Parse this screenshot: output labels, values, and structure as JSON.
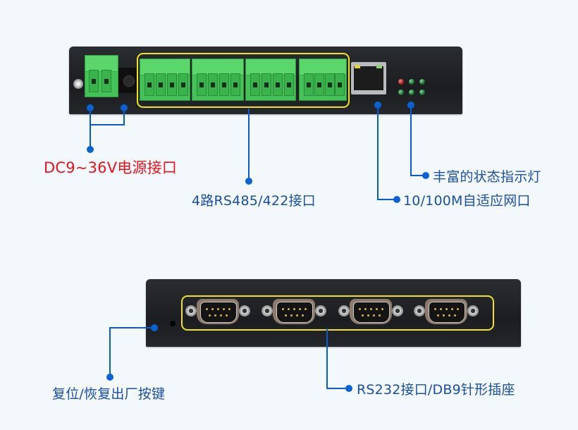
{
  "diagram": {
    "background_color": "#f2f8fc",
    "highlight_color": "#f3e21a",
    "callout_color": "#0a5bd0",
    "top_panel": {
      "components": {
        "power_terminal": "2-pin green terminal block",
        "dc_jack": "DC barrel jack",
        "serial_terminals": 4,
        "ethernet_port": "RJ45",
        "status_leds": {
          "count": 6,
          "red": 1,
          "green": 5
        }
      }
    },
    "bottom_panel": {
      "components": {
        "reset_button": "pinhole button",
        "db9_ports": 4
      }
    },
    "labels": {
      "power": "DC9~36V电源接口",
      "rs485": "4路RS485/422接口",
      "leds": "丰富的状态指示灯",
      "ethernet": "10/100M自适应网口",
      "reset": "复位/恢复出厂按键",
      "rs232": "RS232接口/DB9针形插座"
    },
    "label_colors": {
      "power": "#e8141c",
      "default": "#1a4fa6"
    }
  }
}
